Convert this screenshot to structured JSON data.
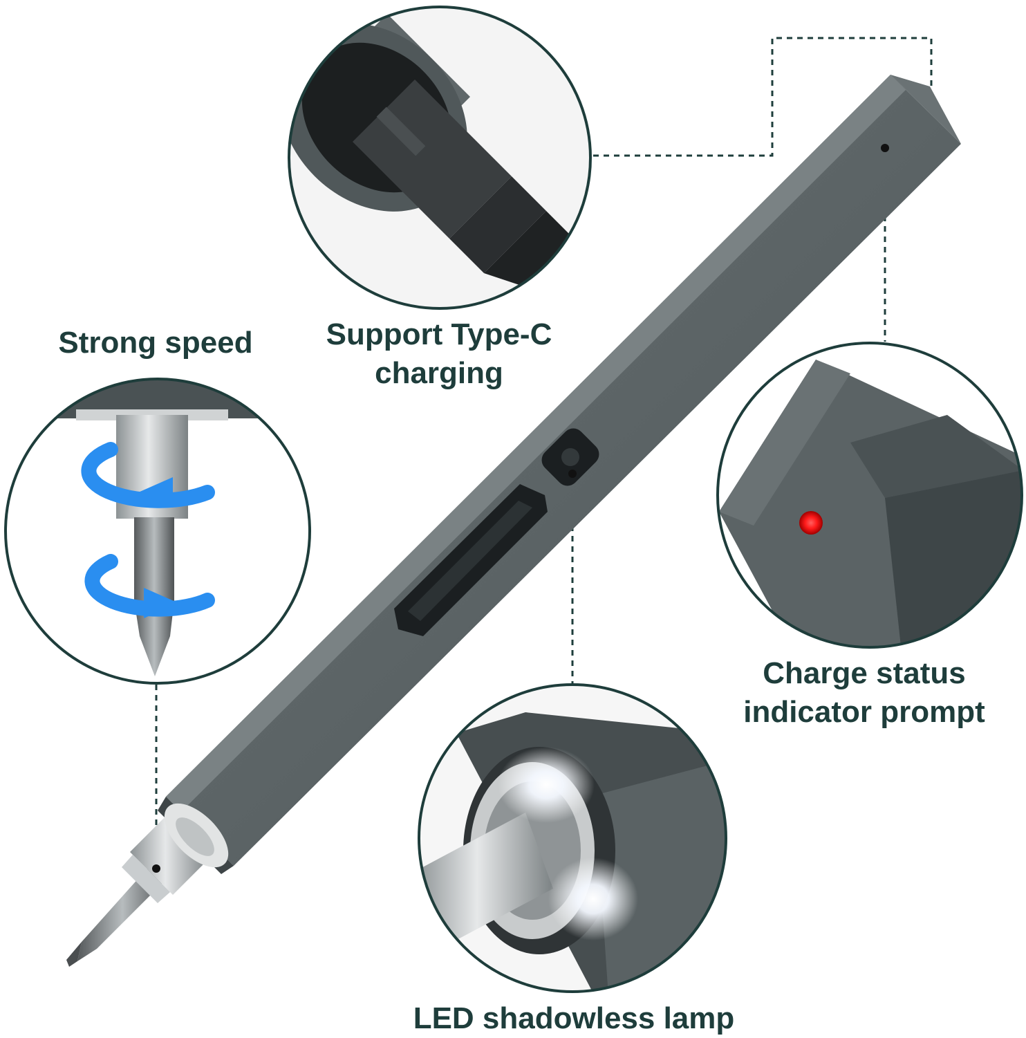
{
  "features": {
    "strong_speed": {
      "line1": "Strong speed"
    },
    "type_c": {
      "line1": "Support Type-C",
      "line2": "charging"
    },
    "charge_status": {
      "line1": "Charge status",
      "line2": "indicator prompt"
    },
    "led_lamp": {
      "line1": "LED shadowless lamp"
    }
  },
  "colors": {
    "text": "#1e3d3b",
    "outline": "#1e3d3b",
    "body": "#5a6264",
    "indicator": "#ff1a1a",
    "arrow": "#2a8ef0"
  }
}
